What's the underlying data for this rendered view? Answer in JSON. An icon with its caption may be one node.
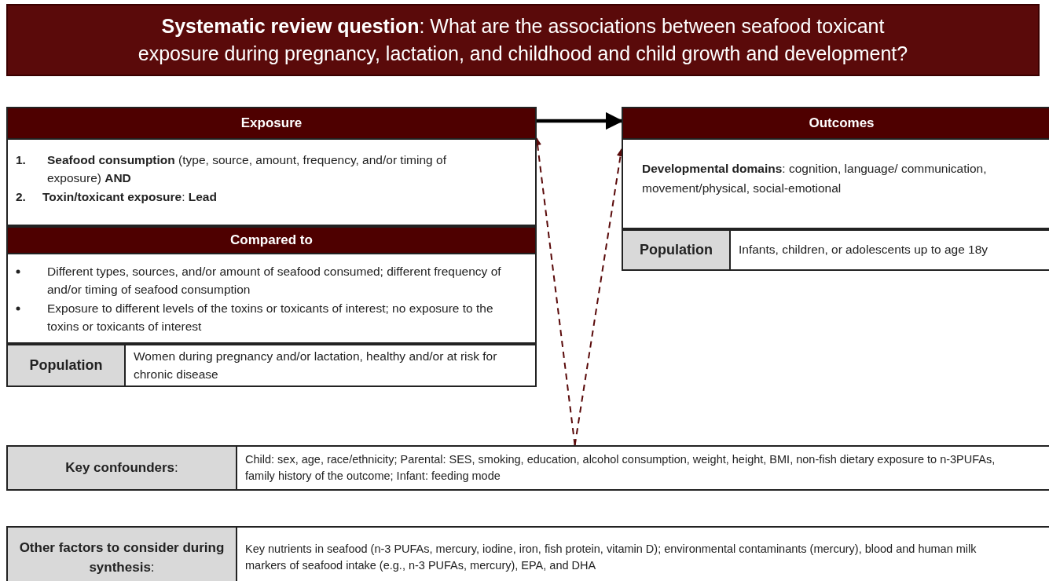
{
  "diagram": {
    "nodes": [
      {
        "text": [
          "**Systematic review question**: What are the associations between seafood toxicant exposure during pregnancy, lactation, and childhood and child growth and development?"
        ]
      },
      {
        "text": [
          "Exposure",
          "1.",
          "**Seafood consumption** (type, source, amount, frequency, and/or timing of exposure) **AND**",
          "2.",
          "**Toxin/toxicant exposure**: **Lead**"
        ]
      },
      {
        "text": [
          "Compared to",
          "Different types, sources, and/or amount of seafood consumed; different frequency of and/or timing of seafood consumption",
          "Exposure to different levels of the toxins or toxicants of interest; no exposure to the toxins or toxicants of interest"
        ]
      },
      {
        "text": [
          "Population",
          "Women during pregnancy and/or lactation, healthy and/or at risk for chronic disease"
        ]
      },
      {
        "text": [
          "Outcomes",
          "**Developmental domains**: cognition, language/ communication, movement/physical, social-emotional"
        ]
      },
      {
        "text": [
          "Population",
          "Infants, children, or adolescents up to age 18y"
        ]
      },
      {
        "text": [
          "**Key confounders**:",
          "Child: sex, age, race/ethnicity; Parental: SES, smoking, education, alcohol consumption, weight, height, BMI, non-fish dietary exposure to n-3PUFAs, family history of the outcome; Infant: feeding mode"
        ]
      },
      {
        "text": [
          "**Other factors to consider during synthesis**:",
          "Key nutrients in seafood (n-3 PUFAs, mercury, iodine, iron, fish protein, vitamin D); environmental contaminants (mercury), blood and human milk markers of seafood intake (e.g., n-3 PUFAs, mercury), EPA, and DHA"
        ]
      }
    ],
    "edges": [
      {
        "from": 1,
        "to": 4,
        "arrow": "to",
        "style": "thick",
        "color": "#000000"
      },
      {
        "from": 6,
        "to": 1,
        "arrow": "to",
        "style": "dashed"
      },
      {
        "from": 6,
        "to": 4,
        "arrow": "to",
        "style": "dashed"
      }
    ]
  }
}
